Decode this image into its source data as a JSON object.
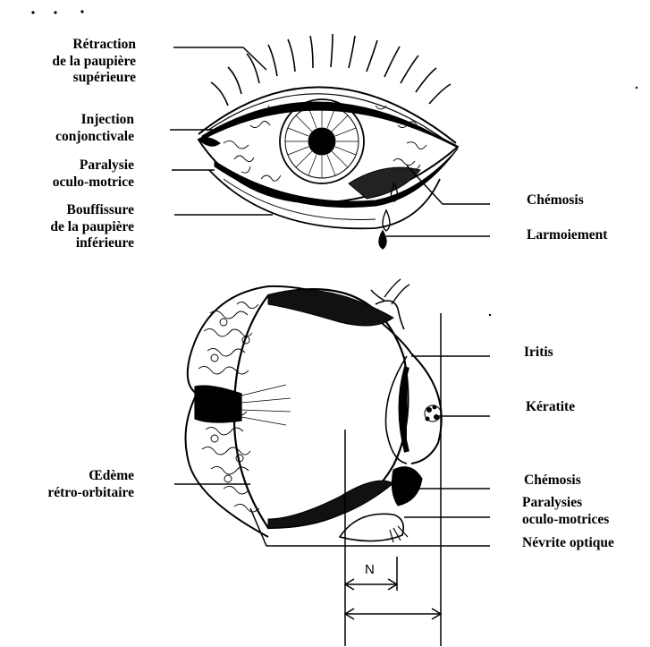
{
  "top_eye": {
    "left_labels": [
      {
        "lines": [
          "Rétraction",
          "de la paupière",
          "supérieure"
        ]
      },
      {
        "lines": [
          "Injection",
          "conjonctivale"
        ]
      },
      {
        "lines": [
          "Paralysie",
          "oculo-motrice"
        ]
      },
      {
        "lines": [
          "Bouffissure",
          "de la paupière",
          "inférieure"
        ]
      }
    ],
    "right_labels": [
      "Chémosis",
      "Larmoiement"
    ]
  },
  "orbit": {
    "left_labels": [
      {
        "lines": [
          "Œdème",
          "rétro-orbitaire"
        ]
      }
    ],
    "right_labels": [
      {
        "lines": [
          "Iritis"
        ]
      },
      {
        "lines": [
          "Kératite"
        ]
      },
      {
        "lines": [
          "Chémosis"
        ]
      },
      {
        "lines": [
          "Paralysies",
          "oculo-motrices"
        ]
      },
      {
        "lines": [
          "Névrite optique"
        ]
      }
    ],
    "dimension_label": "N"
  }
}
